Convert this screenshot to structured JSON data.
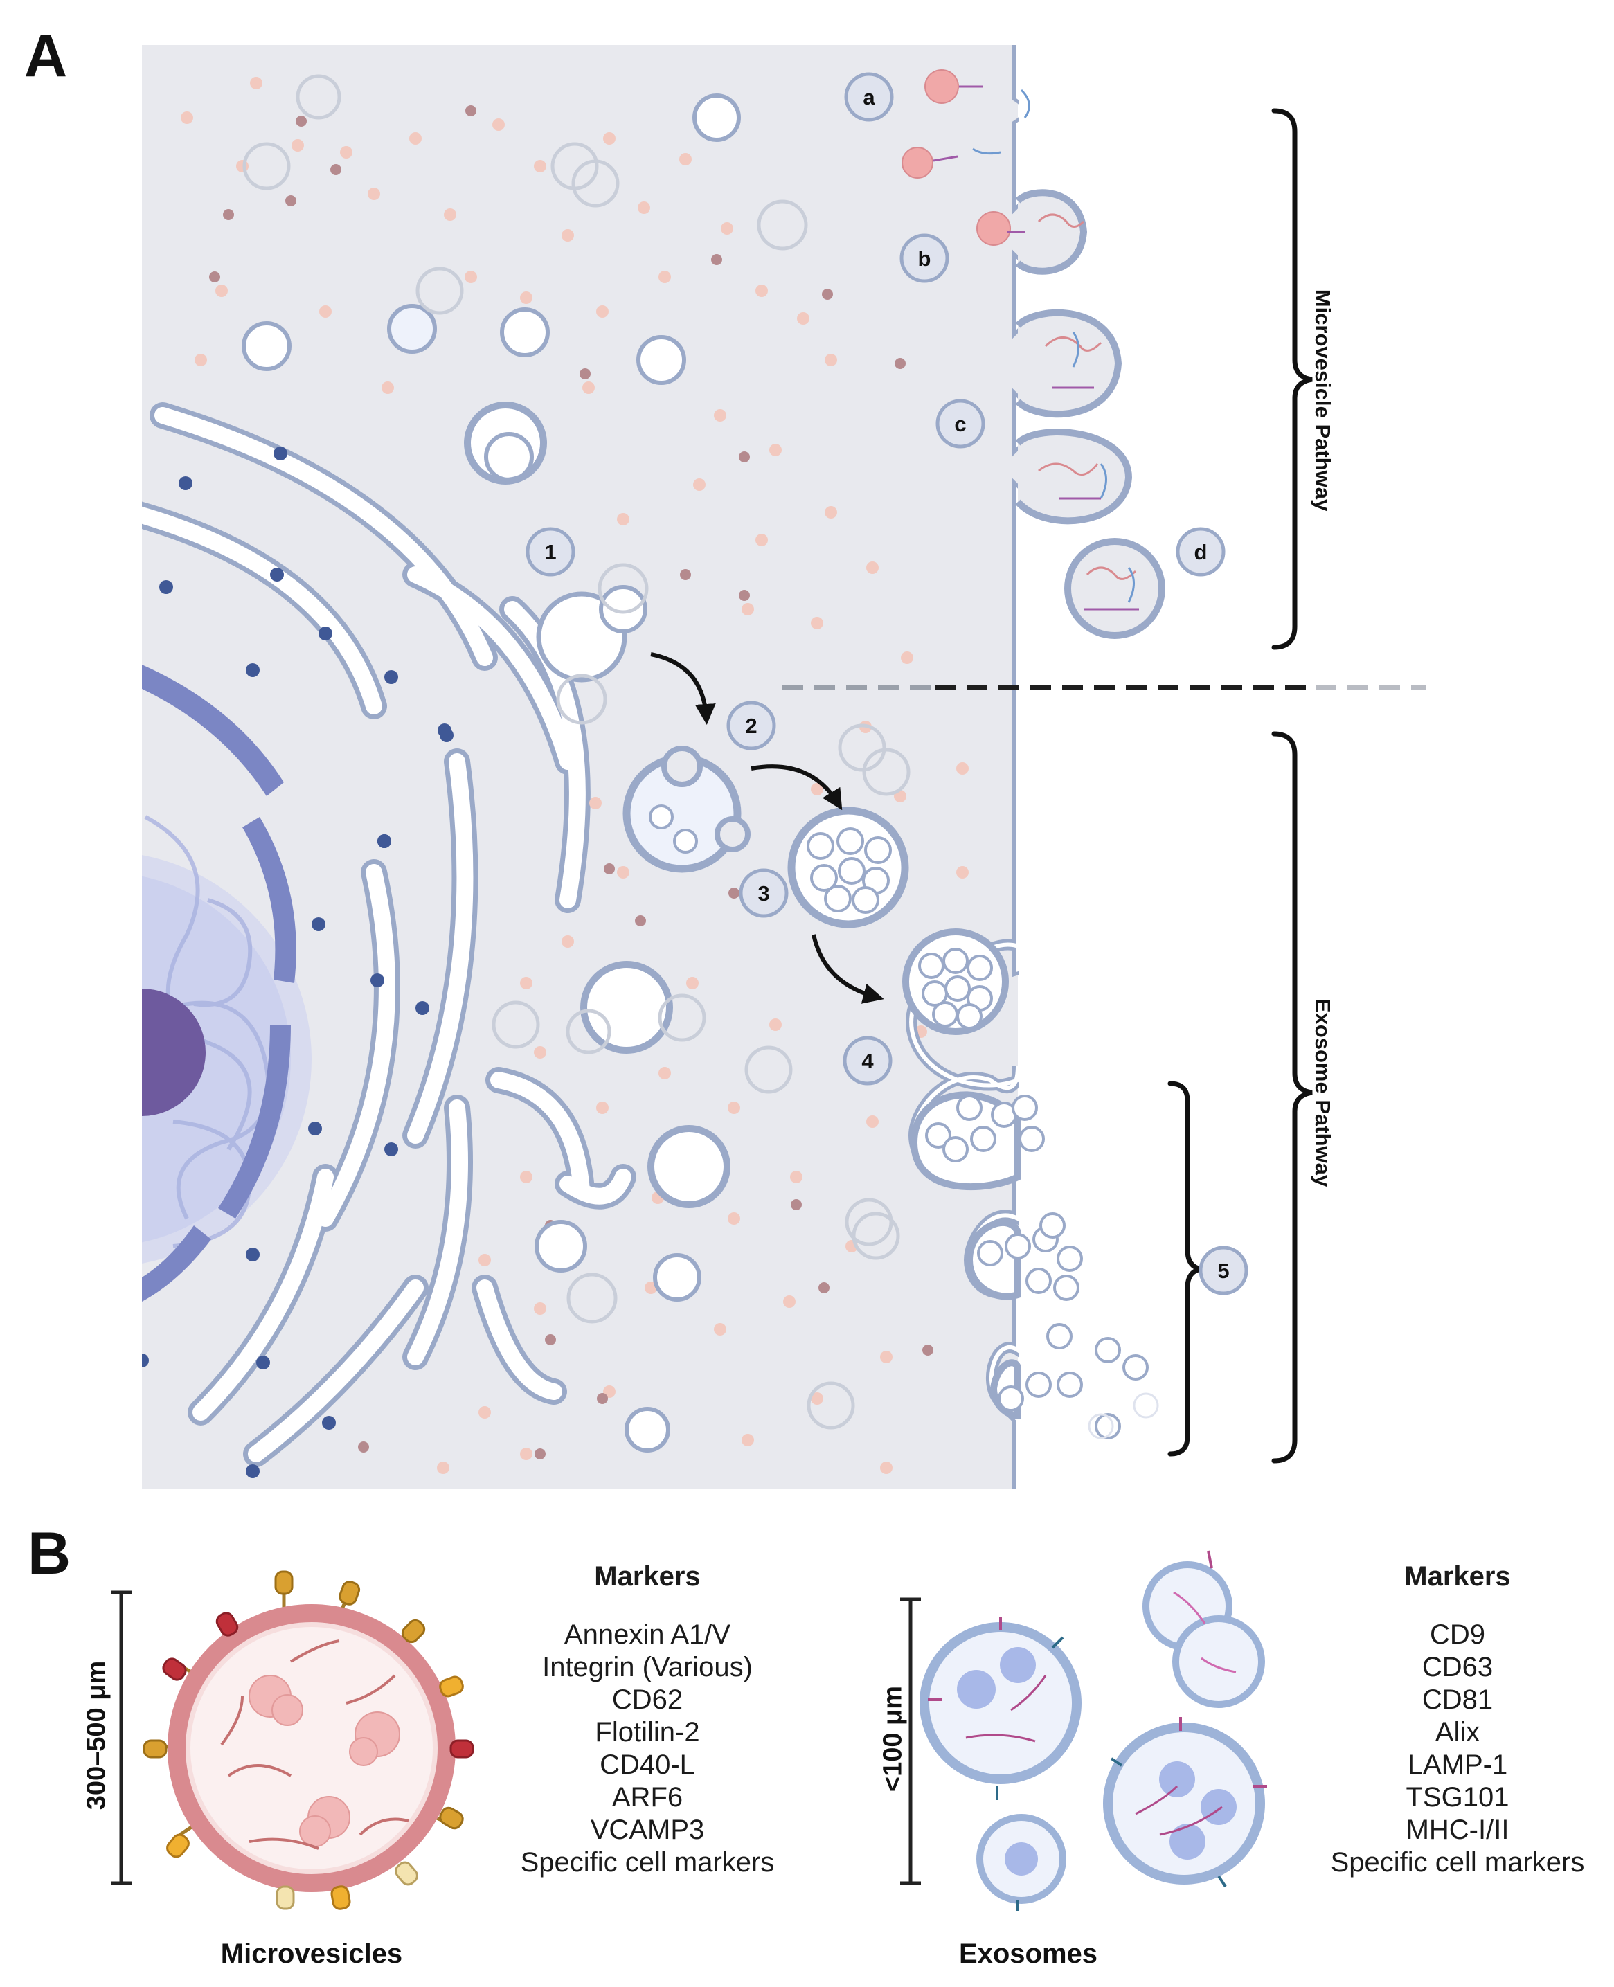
{
  "panels": {
    "a": "A",
    "b": "B"
  },
  "steps": [
    "1",
    "2",
    "3",
    "4",
    "5"
  ],
  "substeps": [
    "a",
    "b",
    "c",
    "d"
  ],
  "pathways": {
    "microvesicle": "Microvesicle Pathway",
    "exosome": "Exosome Pathway"
  },
  "microvesicles": {
    "size": "300–500 μm",
    "markers_title": "Markers",
    "markers": [
      "Annexin A1/V",
      "Integrin (Various)",
      "CD62",
      "Flotilin-2",
      "CD40-L",
      "ARF6",
      "VCAMP3",
      "Specific cell markers"
    ],
    "caption": "Microvesicles"
  },
  "exosomes": {
    "size": "<100 μm",
    "markers_title": "Markers",
    "markers": [
      "CD9",
      "CD63",
      "CD81",
      "Alix",
      "LAMP-1",
      "TSG101",
      "MHC-I/II",
      "Specific cell markers"
    ],
    "caption": "Exosomes"
  },
  "colors": {
    "cytoplasm": "#e8e9ee",
    "membrane": "#9aa9c8",
    "membrane_dark": "#6f82ad",
    "nucleus": "#7b86c4",
    "nucleolus": "#6e5a9e",
    "ribosome": "#3f5896",
    "particle": "#f2c9bf",
    "mv_membrane": "#d98a8f",
    "exo_membrane": "#9db3d8"
  }
}
